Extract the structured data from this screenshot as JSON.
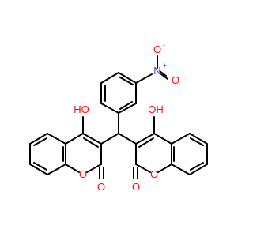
{
  "colors": {
    "bond": "#000000",
    "oxygen": "#ff0d0d",
    "nitrogen": "#3050f8"
  },
  "atoms": {
    "nitro_o_top": "O",
    "nitro_o_top_charge": "-",
    "nitro_n": "N",
    "nitro_n_charge": "+",
    "nitro_o_bottom": "O",
    "left_hydroxyl": "HO",
    "right_hydroxyl": "OH",
    "left_ring_o": "O",
    "left_carbonyl_o": "O",
    "right_ring_o": "O",
    "right_carbonyl_o": "O"
  }
}
